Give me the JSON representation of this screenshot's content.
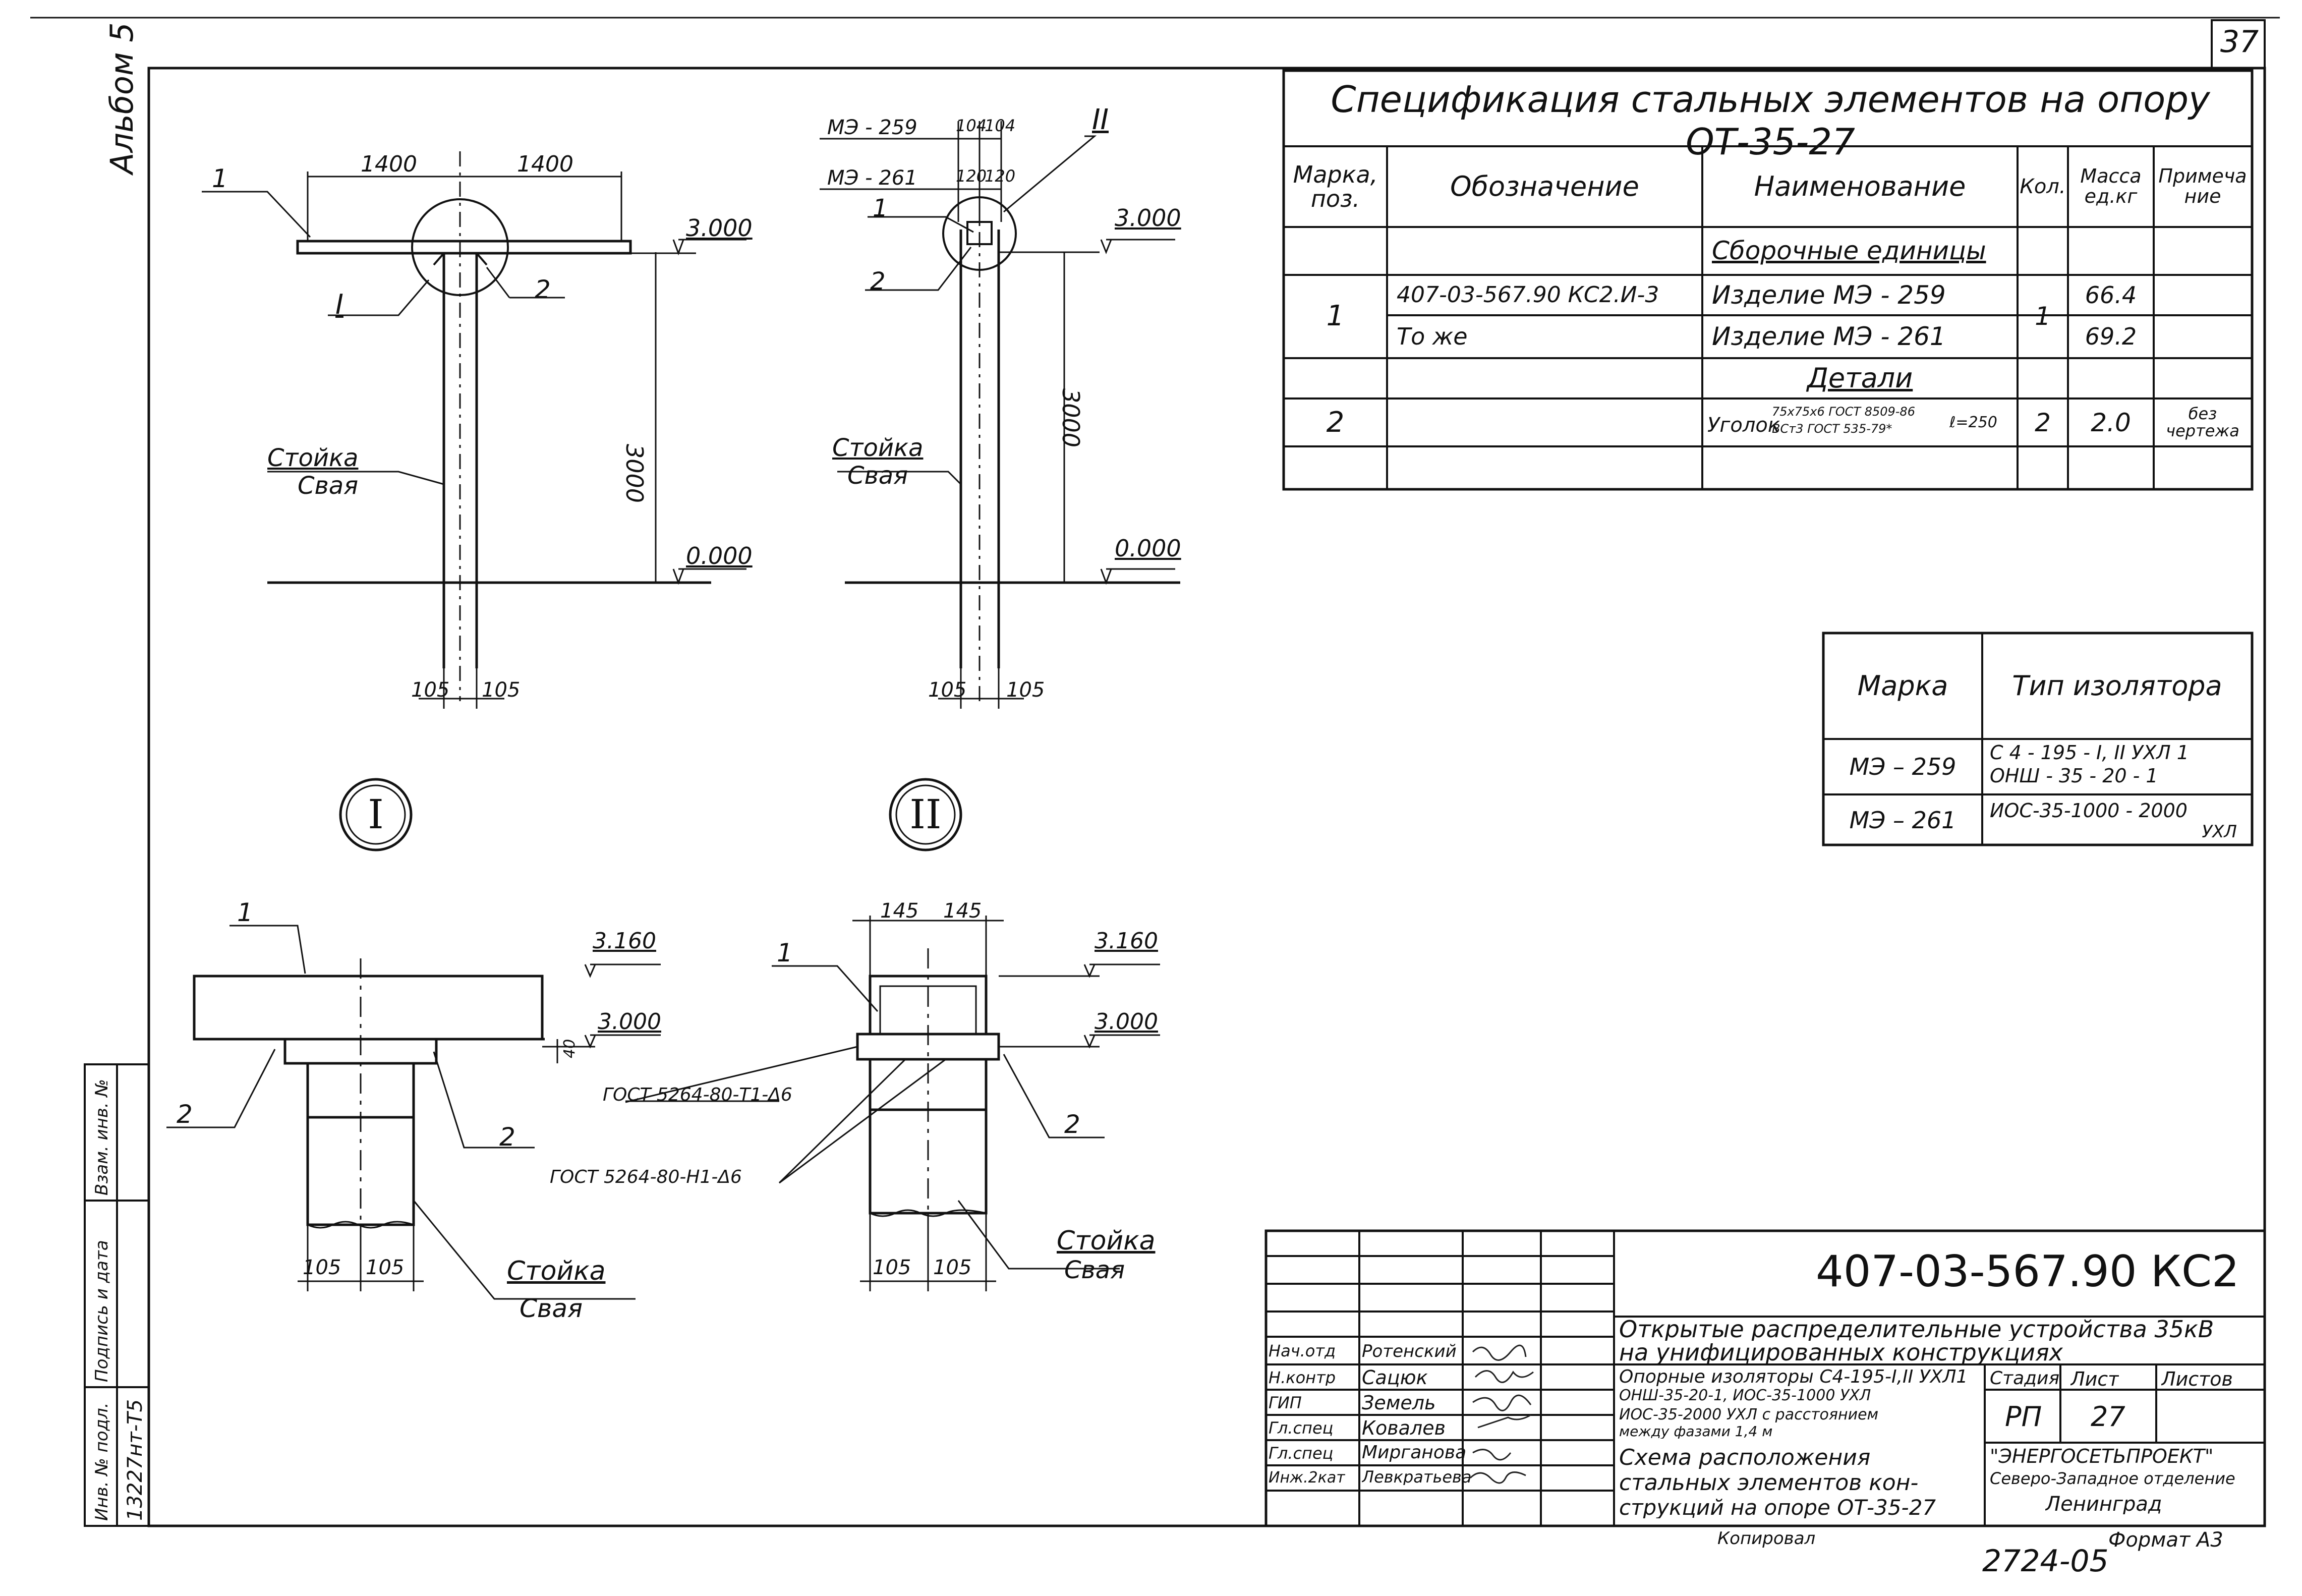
{
  "sheet": {
    "page_number": "37",
    "album": "Альбом 5",
    "copied": "Копировал",
    "format": "Формат А3",
    "archive_no": "2724-05"
  },
  "drawings": {
    "elev1": {
      "dim_left": "1400",
      "dim_right": "1400",
      "elev_top": "3.000",
      "elev_ground": "0.000",
      "height": "3000",
      "callout_1": "1",
      "callout_2": "2",
      "node": "I",
      "post_label": "Стойка",
      "pile_label": "Свая",
      "base_left": "105",
      "base_right": "105"
    },
    "elev2": {
      "item_a": "МЭ - 259",
      "item_b": "МЭ - 261",
      "dims_a": [
        "104",
        "104"
      ],
      "dims_b": [
        "120",
        "120"
      ],
      "node": "II",
      "elev_top": "3.000",
      "elev_ground": "0.000",
      "height": "3000",
      "callout_1": "1",
      "callout_2": "2",
      "post_label": "Стойка",
      "pile_label": "Свая",
      "base_left": "105",
      "base_right": "105"
    },
    "detail1": {
      "node": "I",
      "elev_top": "3.160",
      "elev_mid": "3.000",
      "gap": "40",
      "callout_1": "1",
      "callout_2a": "2",
      "callout_2b": "2",
      "weld_note": "ГОСТ 5264-80-Т1-Δ6",
      "post_label": "Стойка",
      "pile_label": "Свая",
      "base_left": "105",
      "base_right": "105"
    },
    "detail2": {
      "node": "II",
      "elev_top": "3.160",
      "elev_mid": "3.000",
      "top_left": "145",
      "top_right": "145",
      "callout_1": "1",
      "callout_2": "2",
      "weld_note": "ГОСТ 5264-80-Н1-Δ6",
      "post_label": "Стойка",
      "pile_label": "Свая",
      "base_left": "105",
      "base_right": "105"
    }
  },
  "spec": {
    "title": "Спецификация стальных элементов на опору ОТ-35-27",
    "headers": [
      "Марка, поз.",
      "Обозначение",
      "Наименование",
      "Кол.",
      "Масса ед.кг",
      "Примеча ние"
    ],
    "section_assembly": "Сборочные единицы",
    "section_parts": "Детали",
    "rows": [
      {
        "pos": "1",
        "designation": "407-03-567.90 КС2.И-3",
        "name": "Изделие МЭ - 259",
        "qty": "1",
        "mass": "66.4",
        "note": ""
      },
      {
        "pos": "",
        "designation": "То же",
        "name": "Изделие МЭ - 261",
        "qty": "",
        "mass": "69.2",
        "note": ""
      },
      {
        "pos": "2",
        "designation": "",
        "name_prefix": "Уголок",
        "name_top": "75х75х6 ГОСТ 8509-86",
        "name_bottom": "ВСт3 ГОСТ 535-79*",
        "name_suffix": "ℓ=250",
        "qty": "2",
        "mass": "2.0",
        "note": "без чертежа"
      }
    ]
  },
  "insulators": {
    "headers": [
      "Марка",
      "Тип изолятора"
    ],
    "rows": [
      {
        "mark": "МЭ – 259",
        "type_line1": "С 4 - 195 - I, II УХЛ 1",
        "type_line2": "ОНШ - 35 - 20 - 1"
      },
      {
        "mark": "МЭ – 261",
        "type_line1": "ИОС-35-1000 - 2000",
        "type_line2": "УХЛ"
      }
    ]
  },
  "title_block": {
    "code": "407-03-567.90 КС2",
    "project_line1": "Открытые распределительные устройства 35кВ",
    "project_line2": "на унифицированных конструкциях",
    "sheet_title_lines": [
      "Опорные изоляторы С4-195-I,II УХЛ1",
      "ОНШ-35-20-1, ИОС-35-1000 УХЛ",
      "ИОС-35-2000 УХЛ с расстоянием",
      "между фазами 1,4 м"
    ],
    "drawing_title_lines": [
      "Схема расположения",
      "стальных элементов кон-",
      "струкций на опоре ОТ-35-27"
    ],
    "stage_label": "Стадия",
    "sheet_label": "Лист",
    "sheets_label": "Листов",
    "stage": "РП",
    "sheet": "27",
    "org_line1": "\"ЭНЕРГОСЕТЬПРОЕКТ\"",
    "org_line2": "Северо-Западное отделение",
    "org_line3": "Ленинград",
    "roles": [
      "Нач.отд",
      "Н.контр",
      "ГИП",
      "Гл.спец",
      "Гл.спец",
      "Инж.2кат"
    ],
    "names": [
      "Ротенский",
      "Сацюк",
      "Земель",
      "Ковалев",
      "Мирганова",
      "Левкратьева"
    ]
  },
  "side_stamp": {
    "inv_label": "Инв. № подл.",
    "sign_label": "Подпись и дата",
    "replace_label": "Взам. инв. №",
    "inv_value": "13227нт-Т5"
  }
}
